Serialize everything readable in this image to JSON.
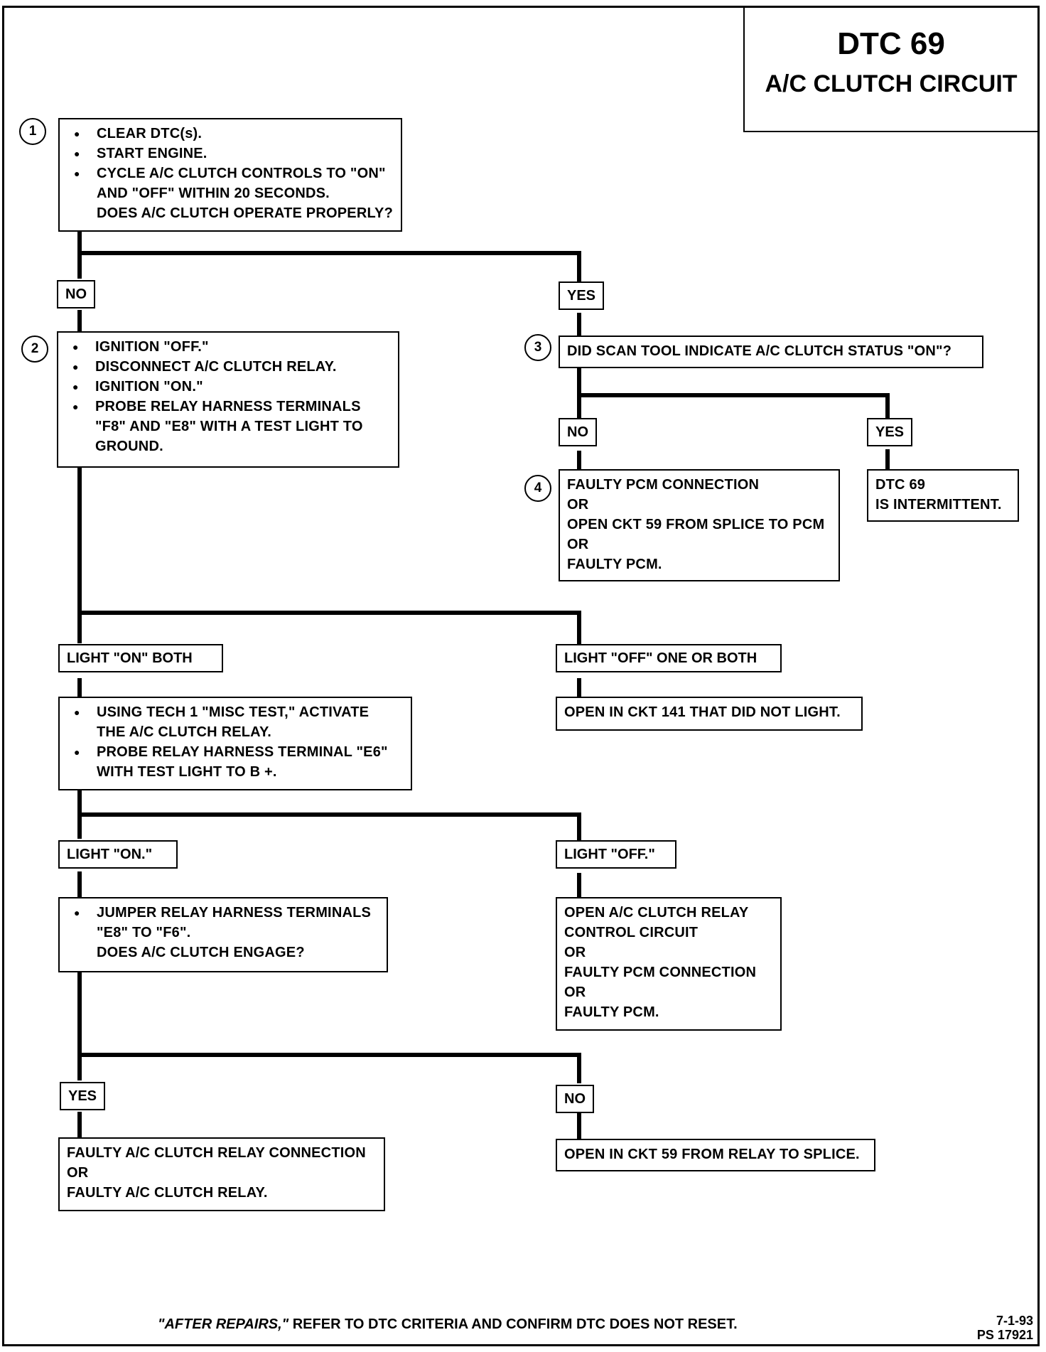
{
  "header": {
    "title": "DTC 69",
    "subtitle": "A/C CLUTCH CIRCUIT"
  },
  "steps": {
    "s1": {
      "number": "1",
      "lines": [
        "CLEAR DTC(s).",
        "START ENGINE.",
        "CYCLE A/C CLUTCH CONTROLS TO \"ON\"",
        "AND \"OFF\" WITHIN 20 SECONDS.",
        "DOES A/C CLUTCH OPERATE PROPERLY?"
      ]
    },
    "s2": {
      "number": "2",
      "lines": [
        "IGNITION \"OFF.\"",
        "DISCONNECT A/C CLUTCH RELAY.",
        "IGNITION \"ON.\"",
        "PROBE RELAY HARNESS TERMINALS",
        "\"F8\" AND \"E8\" WITH A TEST LIGHT TO",
        "GROUND."
      ]
    },
    "s3": {
      "number": "3",
      "lines": [
        "DID SCAN TOOL INDICATE A/C CLUTCH STATUS \"ON\"?"
      ]
    },
    "s4": {
      "number": "4",
      "lines": [
        "FAULTY PCM CONNECTION",
        "OR",
        "OPEN CKT 59 FROM SPLICE TO PCM",
        "OR",
        "FAULTY PCM."
      ]
    },
    "intermittent": {
      "lines": [
        "DTC 69",
        "IS INTERMITTENT."
      ]
    },
    "tech1": {
      "lines": [
        "USING TECH 1 \"MISC TEST,\" ACTIVATE",
        "THE A/C CLUTCH RELAY.",
        "PROBE RELAY HARNESS TERMINAL \"E6\"",
        "WITH TEST LIGHT TO B +."
      ]
    },
    "ckt141": {
      "lines": [
        "OPEN IN CKT 141 THAT DID NOT LIGHT."
      ]
    },
    "jumper": {
      "lines": [
        "JUMPER RELAY HARNESS TERMINALS",
        "\"E8\" TO \"F6\".",
        "DOES A/C CLUTCH ENGAGE?"
      ]
    },
    "control": {
      "lines": [
        "OPEN A/C CLUTCH RELAY",
        "CONTROL CIRCUIT",
        "OR",
        "FAULTY PCM CONNECTION",
        "OR",
        "FAULTY PCM."
      ]
    },
    "relay": {
      "lines": [
        "FAULTY A/C CLUTCH RELAY CONNECTION",
        "OR",
        "FAULTY A/C CLUTCH RELAY."
      ]
    },
    "ckt59": {
      "lines": [
        "OPEN IN CKT 59 FROM RELAY TO SPLICE."
      ]
    }
  },
  "labels": {
    "no1": "NO",
    "yes1": "YES",
    "no3": "NO",
    "yes3": "YES",
    "light_on_both": "LIGHT \"ON\" BOTH",
    "light_off_one": "LIGHT \"OFF\" ONE OR BOTH",
    "light_on": "LIGHT \"ON.\"",
    "light_off": "LIGHT \"OFF.\"",
    "yes_final": "YES",
    "no_final": "NO"
  },
  "footer": {
    "after": "\"AFTER REPAIRS,\"",
    "rest": " REFER TO DTC CRITERIA AND CONFIRM DTC DOES NOT RESET.",
    "date": "7-1-93",
    "ps": "PS 17921"
  }
}
